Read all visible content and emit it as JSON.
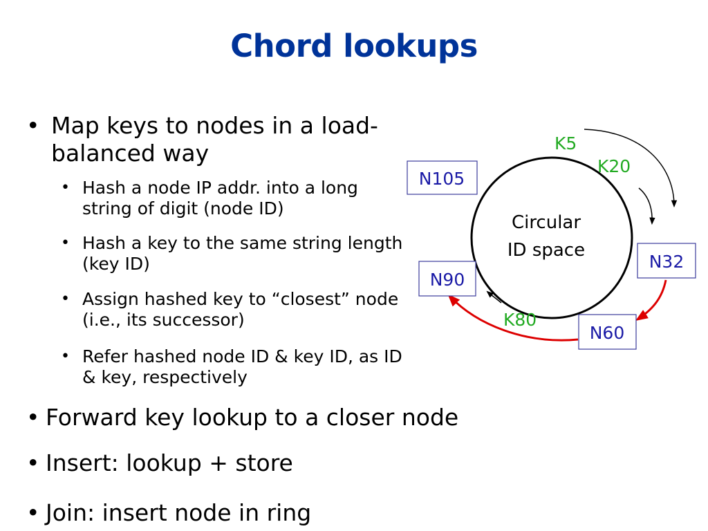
{
  "title": "Chord lookups",
  "bullets": {
    "map": "Map keys to nodes in a load-balanced way",
    "sub": [
      "Hash a node IP addr. into a long string of digit (node ID)",
      "Hash a key to the same string length (key ID)",
      "Assign hashed key to “closest” node (i.e., its successor)",
      "Refer hashed node ID & key ID, as ID & key, respectively"
    ],
    "forward": "Forward key lookup to a closer node",
    "insert": "Insert: lookup + store",
    "join": "Join: insert node in ring"
  },
  "diagram": {
    "center_line1": "Circular",
    "center_line2": "ID space",
    "nodes": {
      "n105": "N105",
      "n32": "N32",
      "n90": "N90",
      "n60": "N60"
    },
    "keys": {
      "k5": "K5",
      "k20": "K20",
      "k80": "K80"
    },
    "colors": {
      "title": "#003399",
      "node_text": "#1a1aa6",
      "node_border": "#3b3b9b",
      "key_text": "#22aa22",
      "lookup_arrow": "#dd0000"
    }
  }
}
